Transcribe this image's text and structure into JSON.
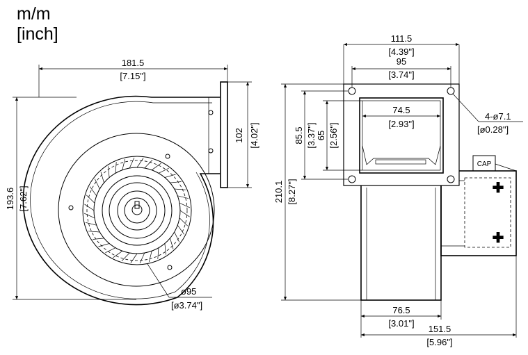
{
  "units": {
    "metric": "m/m",
    "imperial": "[inch]"
  },
  "side_view": {
    "width_mm": "181.5",
    "width_in": "[7.15\"]",
    "height_mm": "193.6",
    "height_in": "[7.62\"]",
    "outlet_mm": "102",
    "outlet_in": "[4.02\"]",
    "wheel_dia_mm": "ø95",
    "wheel_dia_in": "[ø3.74\"]"
  },
  "front_view": {
    "flange_width_mm": "111.5",
    "flange_width_in": "[4.39\"]",
    "hole_spacing_mm": "95",
    "hole_spacing_in": "[3.74\"]",
    "opening_width_mm": "74.5",
    "opening_width_in": "[2.93\"]",
    "flange_height_mm": "85.5",
    "flange_height_in": "[3.37\"]",
    "opening_height_mm": "65",
    "opening_height_in": "[2.56\"]",
    "holes_mm": "4-ø7.1",
    "holes_in": "[ø0.28\"]",
    "total_height_mm": "210.1",
    "total_height_in": "[8.27\"]",
    "capacitor_label": "CAP",
    "body_width_mm": "76.5",
    "body_width_in": "[3.01\"]",
    "total_width_mm": "151.5",
    "total_width_in": "[5.96\"]"
  }
}
